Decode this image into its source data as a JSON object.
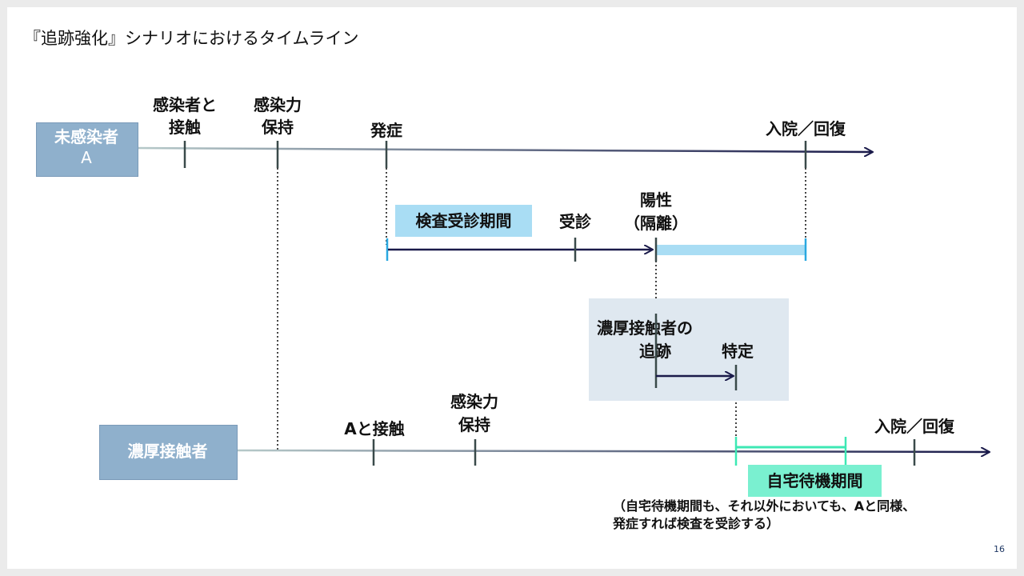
{
  "slide": {
    "title": "『追跡強化』シナリオにおけるタイムライン",
    "page_number": "16"
  },
  "actors": {
    "a": [
      "未感染者",
      "A"
    ],
    "contact": "濃厚接触者"
  },
  "timeline_a": {
    "contact": [
      "感染者と",
      "接触"
    ],
    "infectious": [
      "感染力",
      "保持"
    ],
    "onset": "発症",
    "recovery": "入院／回復"
  },
  "testing": {
    "period": "検査受診期間",
    "visit": "受診",
    "positive": [
      "陽性",
      "（隔離）"
    ]
  },
  "tracing": {
    "title": [
      "濃厚接触者の",
      "追跡"
    ],
    "identified": "特定"
  },
  "timeline_b": {
    "contact": "Aと接触",
    "infectious": [
      "感染力",
      "保持"
    ],
    "recovery": "入院／回復"
  },
  "quarantine": {
    "label": "自宅待機期間",
    "note": [
      "（自宅待機期間も、それ以外においても、Aと同様、",
      "発症すれば検査を受診する）"
    ]
  },
  "colors": {
    "actor_box": "#8fb0cc",
    "test_period": "#a9ddf4",
    "tracing_box": "#dfe8f0",
    "quarantine": "#7af0d0",
    "arrow": "#1a1a4a"
  }
}
